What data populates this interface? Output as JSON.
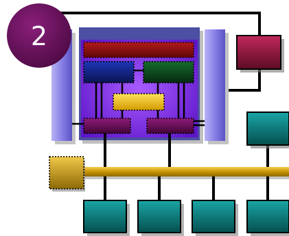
{
  "badge": {
    "number": "2",
    "color": "#6b0f5f"
  },
  "colors": {
    "line": "#000000",
    "bus": "#d7a20a",
    "bus_connector": "#d4a40e",
    "teal_box": "#0f8a8a",
    "maroon_box": "#9e1d45",
    "purple_panel": "#7d2be8",
    "side_column": "#8c86e6",
    "panel_outer": "#4a4fa0",
    "bar_top": "#8d0d0d",
    "block_blue": "#102084",
    "block_green": "#0d4a1f",
    "block_yellow": "#f4c300",
    "block_magenta": "#6c0c5c"
  },
  "components": {
    "external_peripheral": {
      "color": "maroon"
    },
    "bus_device_right": {
      "color": "teal"
    },
    "bus_devices_bottom": {
      "count": 4,
      "color": "teal"
    },
    "bus_connector_left": {
      "color": "gold"
    }
  }
}
